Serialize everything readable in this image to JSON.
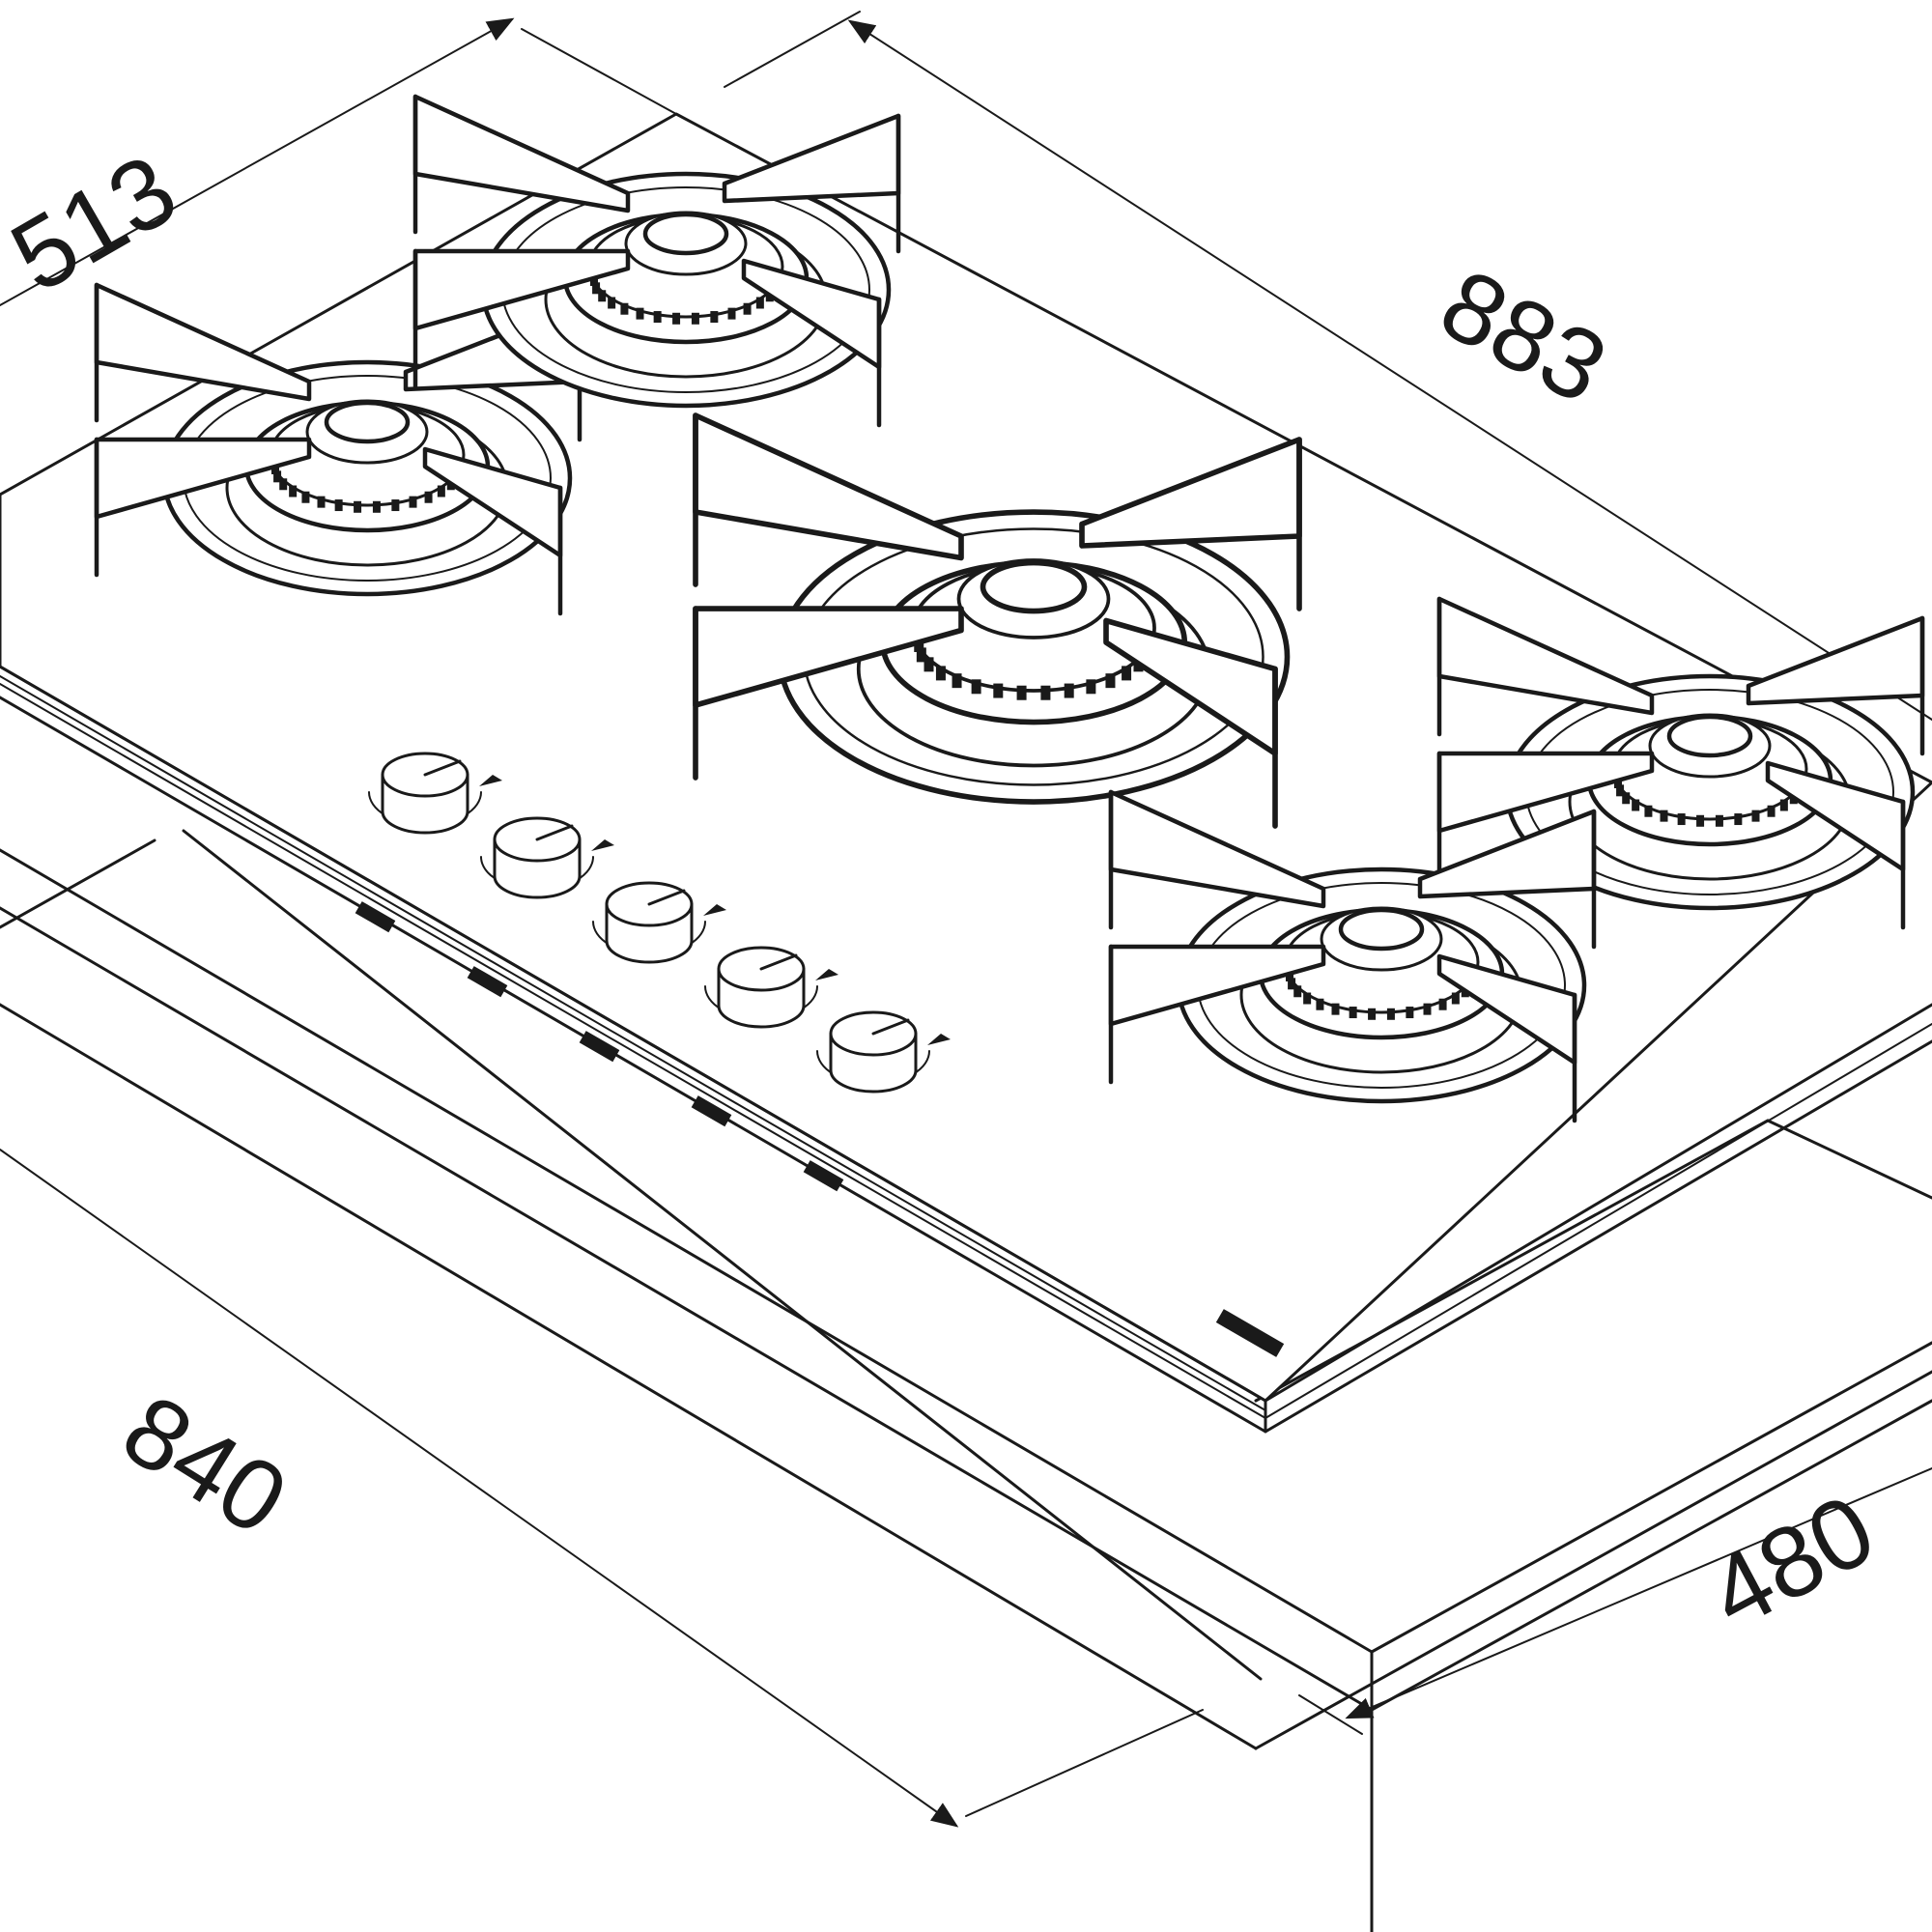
{
  "dimensions": {
    "glass_depth": "513",
    "glass_width": "883",
    "cutout_width": "840",
    "cutout_depth": "480"
  },
  "hob": {
    "burners": [
      {
        "id": "rear-left"
      },
      {
        "id": "rear-inner"
      },
      {
        "id": "center-wok"
      },
      {
        "id": "front-right-rear"
      },
      {
        "id": "front-right"
      }
    ],
    "knob_count": 5
  },
  "colors": {
    "line": "#1a1a1a",
    "background": "#ffffff"
  }
}
